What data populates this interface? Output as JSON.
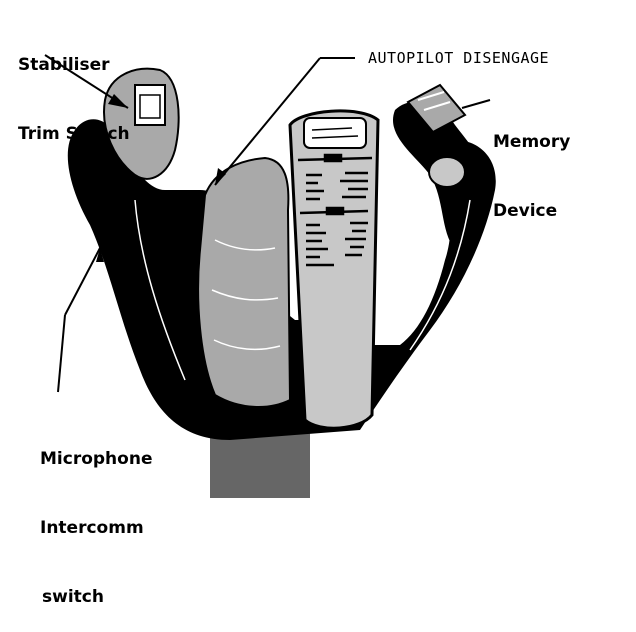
{
  "labels": {
    "stabiliser_trim": [
      "Stabiliser",
      "Trim Switch"
    ],
    "autopilot": "AUTOPILOT DISENGAGE",
    "memory": [
      "Memory",
      "Device"
    ],
    "microphone": [
      "Microphone",
      "Intercomm",
      "switch"
    ]
  },
  "colors": {
    "yoke": "#000000",
    "column": "#666666",
    "panel": "#c8c8c8",
    "grip": "#a9a9a9",
    "background": "#ffffff"
  }
}
